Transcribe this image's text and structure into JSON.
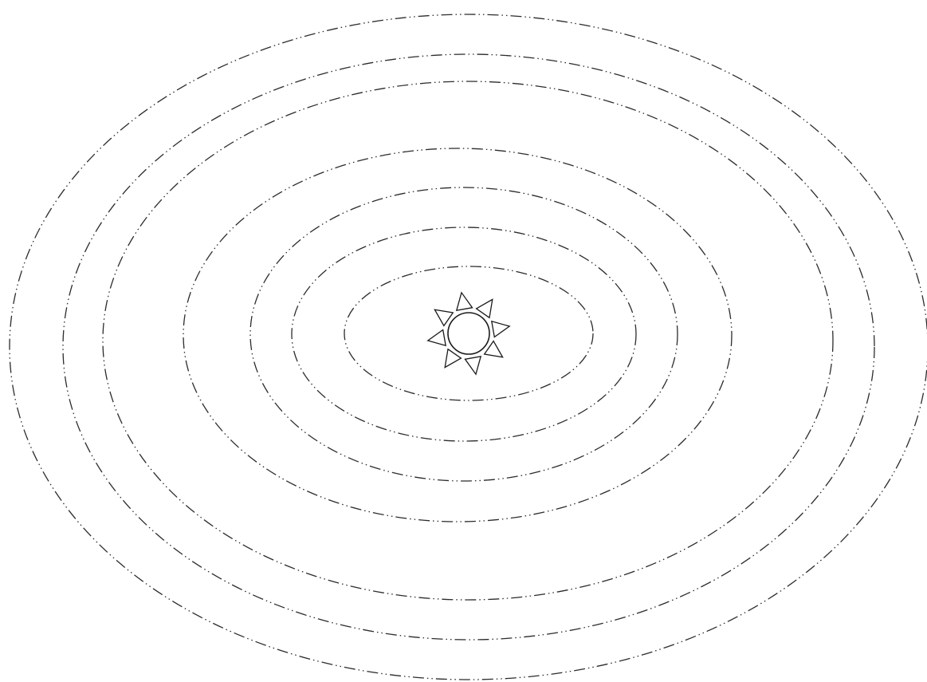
{
  "diagram": {
    "type": "concentric-orbits",
    "orbit_count": 7,
    "orbit_style": "dash-dot-dot",
    "center_icon": "sun-icon",
    "sun_ray_count": 8,
    "stroke_color": "#2b2b2b",
    "background_color": "#ffffff"
  }
}
